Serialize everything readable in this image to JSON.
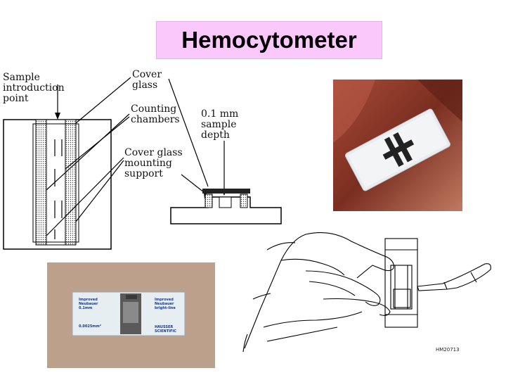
{
  "title": "Hemocytometer",
  "schematic": {
    "labels": {
      "sample_intro": "Sample introduction point",
      "cover_glass": "Cover glass",
      "counting_chambers": "Counting chambers",
      "mounting_support": "Cover glass mounting support",
      "sample_depth": "0.1 mm sample depth"
    }
  },
  "photo_bottom": {
    "left_label": "Improved Neubauer 0.1mm",
    "left_value": "0.0025mm²",
    "right_label": "Improved Neubauer bright-line",
    "right_brand": "HAUSSER SCIENTIFIC"
  },
  "figure_code": "HM20713",
  "colors": {
    "title_bg": "#fac8fa",
    "photo_top_bg": "#8a3a28",
    "photo_bottom_bg": "#b89a86"
  }
}
